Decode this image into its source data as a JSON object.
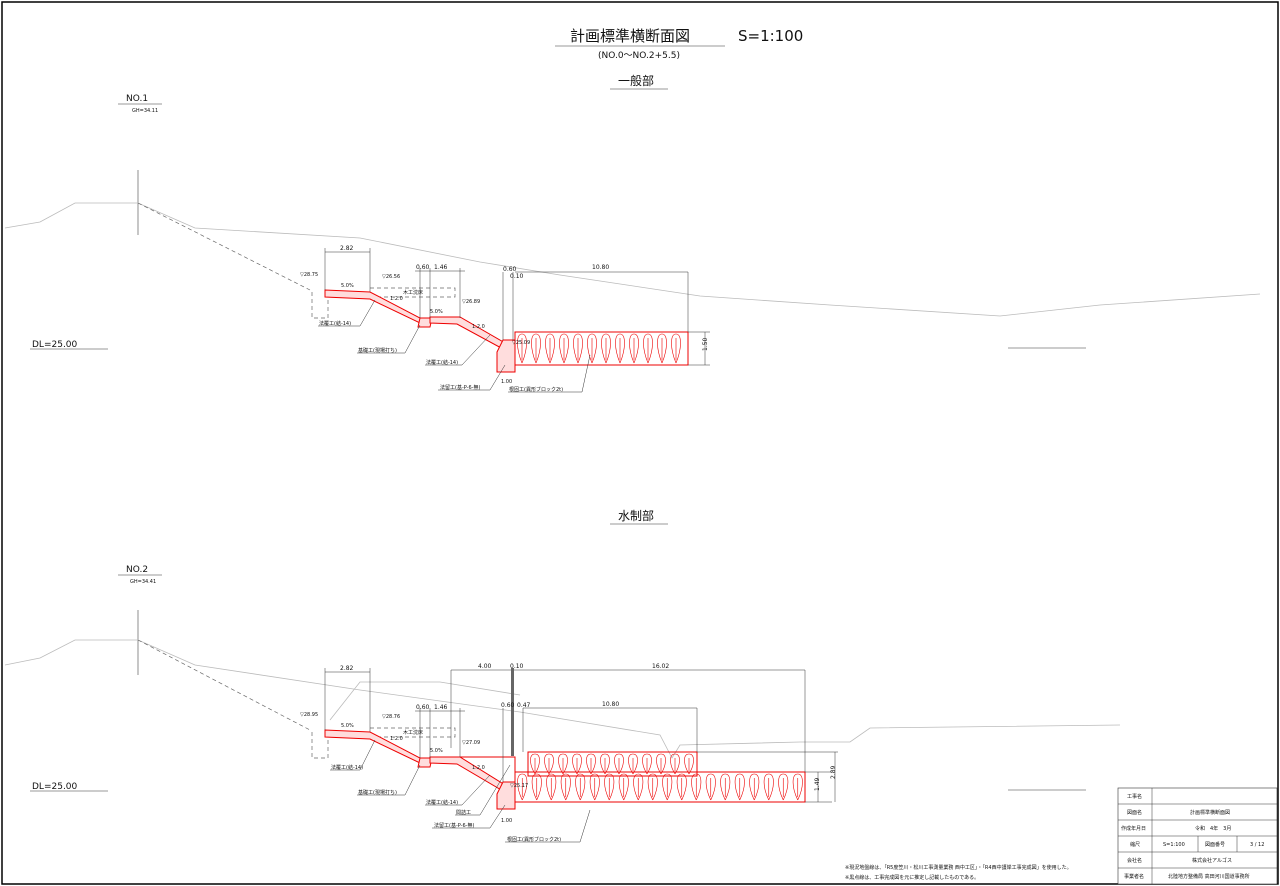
{
  "header": {
    "title": "計画標準横断面図",
    "scale": "S=1:100",
    "range": "(NO.0〜NO.2+5.5)"
  },
  "sections": [
    {
      "heading": "一般部",
      "station": "NO.1",
      "gh": "GH=34.11",
      "dl": "DL=25.00",
      "dims": {
        "a": "2.82",
        "b": "0.60",
        "c": "1.46",
        "d": "0.60",
        "e": "0.10",
        "f": "10.80",
        "h": "1.50"
      },
      "elevations": {
        "e1": "▽28.75",
        "e2": "▽26.56",
        "e3": "▽26.89",
        "e4": "▽25.09"
      },
      "slopes": {
        "s1": "5.0%",
        "s2": "1:2.0",
        "s3": "5.0%",
        "s4": "1:2.0"
      },
      "labels": {
        "wood": "木工沈床",
        "facing1": "法覆工(結-14)",
        "base": "基礎工(現場打ち)",
        "facing2": "法覆工(結-14)",
        "toe": "法留工(基-P-6-無)",
        "root": "根固工(異形ブロック2t)",
        "w100": "1.00"
      }
    },
    {
      "heading": "水制部",
      "station": "NO.2",
      "gh": "GH=34.41",
      "dl": "DL=25.00",
      "dims": {
        "a": "2.82",
        "b": "0.60",
        "c": "1.46",
        "g": "4.00",
        "e": "0.10",
        "d": "0.60",
        "e2": "0.47",
        "f": "10.80",
        "f2": "16.02",
        "h": "1.49",
        "h2": "2.89"
      },
      "elevations": {
        "e1": "▽28.95",
        "e2": "▽28.76",
        "e3": "▽27.09",
        "e4": "▽25.17"
      },
      "slopes": {
        "s1": "5.0%",
        "s2": "1:2.0",
        "s3": "5.0%",
        "s4": "1:2.0"
      },
      "labels": {
        "wood": "木工沈床",
        "facing1": "法覆工(結-14)",
        "base": "基礎工(現場打ち)",
        "facing2": "法覆工(結-14)",
        "lining": "間詰工",
        "toe": "法留工(基-P-6-無)",
        "root": "根固工(異形ブロック2t)",
        "w100": "1.00"
      }
    }
  ],
  "notes": [
    "※現況地盤線は、「R5度笠川・松川工事測量業務 西中工区」・「R4西中護岸工事完成図」を使用した。",
    "※黒点線は、工事完成図を元に推定し記載したものである。"
  ],
  "title_block": {
    "project_label": "工事名",
    "project_value": "",
    "drawing_label": "図面名",
    "drawing_value": "計画標準横断面図",
    "date_label": "作成年月日",
    "date_value": "令和　4年　3月",
    "scale_label": "縮尺",
    "scale_value": "S=1:100",
    "number_label": "図面番号",
    "number_value": "3 / 12",
    "company_label": "会社名",
    "company_value": "株式会社アルゴス",
    "client_label": "事業者名",
    "client_value": "北陸地方整備局 高田河川国道事務所"
  },
  "colors": {
    "structure": "#e00000",
    "ground": "#bbbbbb"
  }
}
